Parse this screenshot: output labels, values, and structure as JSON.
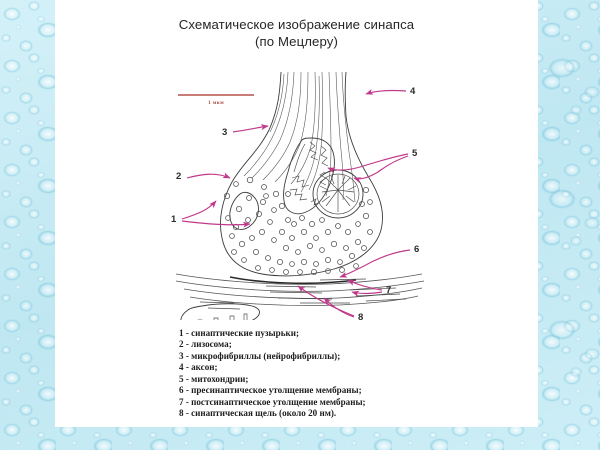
{
  "slide": {
    "title": "Схематическое изображение синапса\n(по Мецлеру)",
    "background_color": "#c9ebf4",
    "panel_color": "#ffffff",
    "accent_arrow_color": "#c0398a",
    "scalebar_color": "#b5534a",
    "drawing_ink_color": "#3a3a3a"
  },
  "diagram": {
    "name": "schematic-synapse",
    "scalebar": {
      "label": "1 мкм"
    },
    "callouts": [
      {
        "number": "1",
        "target": "synaptic-vesicles"
      },
      {
        "number": "2",
        "target": "lysosome"
      },
      {
        "number": "3",
        "target": "microfibrils"
      },
      {
        "number": "4",
        "target": "axon"
      },
      {
        "number": "5",
        "target": "mitochondria"
      },
      {
        "number": "6",
        "target": "presynaptic-membrane-thickening"
      },
      {
        "number": "7",
        "target": "postsynaptic-membrane-thickening"
      },
      {
        "number": "8",
        "target": "synaptic-cleft"
      }
    ]
  },
  "legend": {
    "items": [
      "1 - синаптические пузырьки;",
      "2 - лизосома;",
      "3 - микрофибриллы (нейрофибриллы);",
      "4 - аксон;",
      "5 - митохондрии;",
      "6 - пресинаптическое утолщение мембраны;",
      "7 - постсинаптическое утолщение мембраны;",
      "8 - синаптическая щель (около 20 нм)."
    ]
  }
}
